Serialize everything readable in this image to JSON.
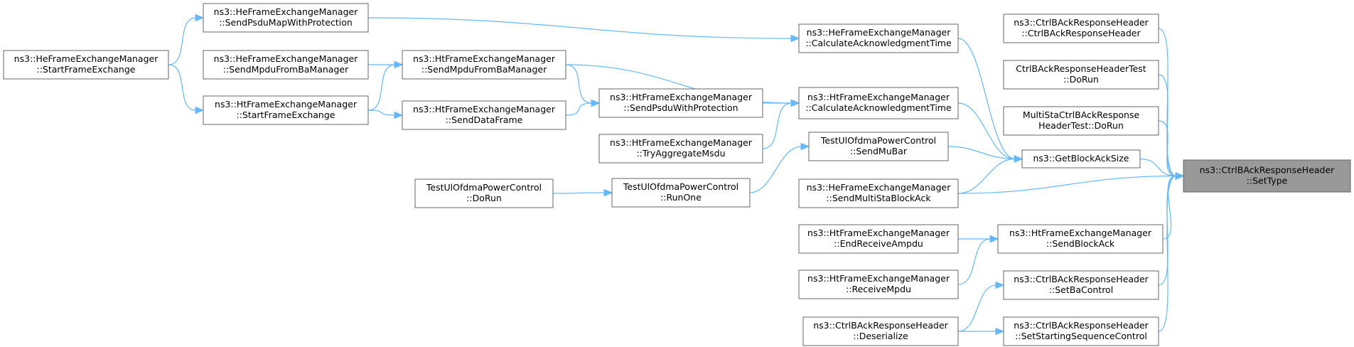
{
  "graph": {
    "colors": {
      "edge": "#63b8ff",
      "node_border": "#666666",
      "target_fill": "#999999",
      "node_fill": "#ffffff"
    },
    "nodes": [
      {
        "id": "target",
        "lines": [
          "ns3::CtrlBAckResponseHeader",
          "::SetType"
        ],
        "highlight": true
      },
      {
        "id": "ctor",
        "lines": [
          "ns3::CtrlBAckResponseHeader",
          "::CtrlBAckResponseHeader"
        ]
      },
      {
        "id": "testdorun",
        "lines": [
          "CtrlBAckResponseHeaderTest",
          "::DoRun"
        ]
      },
      {
        "id": "multista",
        "lines": [
          "MultiStaCtrlBAckResponse",
          "HeaderTest::DoRun"
        ]
      },
      {
        "id": "getblockack",
        "lines": [
          "ns3::GetBlockAckSize"
        ]
      },
      {
        "id": "sendblockack",
        "lines": [
          "ns3::HtFrameExchangeManager",
          "::SendBlockAck"
        ]
      },
      {
        "id": "setbacontrol",
        "lines": [
          "ns3::CtrlBAckResponseHeader",
          "::SetBaControl"
        ]
      },
      {
        "id": "setstartseq",
        "lines": [
          "ns3::CtrlBAckResponseHeader",
          "::SetStartingSequenceControl"
        ]
      },
      {
        "id": "heCalcAck",
        "lines": [
          "ns3::HeFrameExchangeManager",
          "::CalculateAcknowledgmentTime"
        ]
      },
      {
        "id": "htCalcAck",
        "lines": [
          "ns3::HtFrameExchangeManager",
          "::CalculateAcknowledgmentTime"
        ]
      },
      {
        "id": "sendMuBar",
        "lines": [
          "TestUlOfdmaPowerControl",
          "::SendMuBar"
        ]
      },
      {
        "id": "heSendMulti",
        "lines": [
          "ns3::HeFrameExchangeManager",
          "::SendMultiStaBlockAck"
        ]
      },
      {
        "id": "endRecv",
        "lines": [
          "ns3::HtFrameExchangeManager",
          "::EndReceiveAmpdu"
        ]
      },
      {
        "id": "recvMpdu",
        "lines": [
          "ns3::HtFrameExchangeManager",
          "::ReceiveMpdu"
        ]
      },
      {
        "id": "deserialize",
        "lines": [
          "ns3::CtrlBAckResponseHeader",
          "::Deserialize"
        ]
      },
      {
        "id": "sendPsduProt",
        "lines": [
          "ns3::HtFrameExchangeManager",
          "::SendPsduWithProtection"
        ]
      },
      {
        "id": "tryAgg",
        "lines": [
          "ns3::HtFrameExchangeManager",
          "::TryAggregateMsdu"
        ]
      },
      {
        "id": "runOne",
        "lines": [
          "TestUlOfdmaPowerControl",
          "::RunOne"
        ]
      },
      {
        "id": "heSendPsduMap",
        "lines": [
          "ns3::HeFrameExchangeManager",
          "::SendPsduMapWithProtection"
        ]
      },
      {
        "id": "htSendMpduBa",
        "lines": [
          "ns3::HtFrameExchangeManager",
          "::SendMpduFromBaManager"
        ]
      },
      {
        "id": "htSendData",
        "lines": [
          "ns3::HtFrameExchangeManager",
          "::SendDataFrame"
        ]
      },
      {
        "id": "heSendMpduBa",
        "lines": [
          "ns3::HeFrameExchangeManager",
          "::SendMpduFromBaManager"
        ]
      },
      {
        "id": "htStart",
        "lines": [
          "ns3::HtFrameExchangeManager",
          "::StartFrameExchange"
        ]
      },
      {
        "id": "testDoRun2",
        "lines": [
          "TestUlOfdmaPowerControl",
          "::DoRun"
        ]
      },
      {
        "id": "heStart",
        "lines": [
          "ns3::HeFrameExchangeManager",
          "::StartFrameExchange"
        ]
      }
    ],
    "edges": [
      {
        "from": "ctor",
        "to": "target"
      },
      {
        "from": "testdorun",
        "to": "target"
      },
      {
        "from": "multista",
        "to": "target"
      },
      {
        "from": "getblockack",
        "to": "target"
      },
      {
        "from": "heSendMulti",
        "to": "target"
      },
      {
        "from": "sendblockack",
        "to": "target"
      },
      {
        "from": "setbacontrol",
        "to": "target"
      },
      {
        "from": "setstartseq",
        "to": "target"
      },
      {
        "from": "heCalcAck",
        "to": "getblockack"
      },
      {
        "from": "htCalcAck",
        "to": "getblockack"
      },
      {
        "from": "sendMuBar",
        "to": "getblockack"
      },
      {
        "from": "heSendMulti",
        "to": "getblockack"
      },
      {
        "from": "endRecv",
        "to": "sendblockack"
      },
      {
        "from": "recvMpdu",
        "to": "sendblockack"
      },
      {
        "from": "deserialize",
        "to": "setbacontrol"
      },
      {
        "from": "deserialize",
        "to": "setstartseq"
      },
      {
        "from": "heSendPsduMap",
        "to": "heCalcAck"
      },
      {
        "from": "htSendMpduBa",
        "to": "htCalcAck"
      },
      {
        "from": "sendPsduProt",
        "to": "htCalcAck"
      },
      {
        "from": "tryAgg",
        "to": "htCalcAck"
      },
      {
        "from": "runOne",
        "to": "sendMuBar"
      },
      {
        "from": "htSendMpduBa",
        "to": "sendPsduProt"
      },
      {
        "from": "htSendData",
        "to": "sendPsduProt"
      },
      {
        "from": "testDoRun2",
        "to": "runOne"
      },
      {
        "from": "heSendMpduBa",
        "to": "htSendMpduBa"
      },
      {
        "from": "htStart",
        "to": "htSendMpduBa"
      },
      {
        "from": "htStart",
        "to": "htSendData"
      },
      {
        "from": "heStart",
        "to": "heSendPsduMap"
      },
      {
        "from": "heStart",
        "to": "htStart"
      }
    ]
  }
}
